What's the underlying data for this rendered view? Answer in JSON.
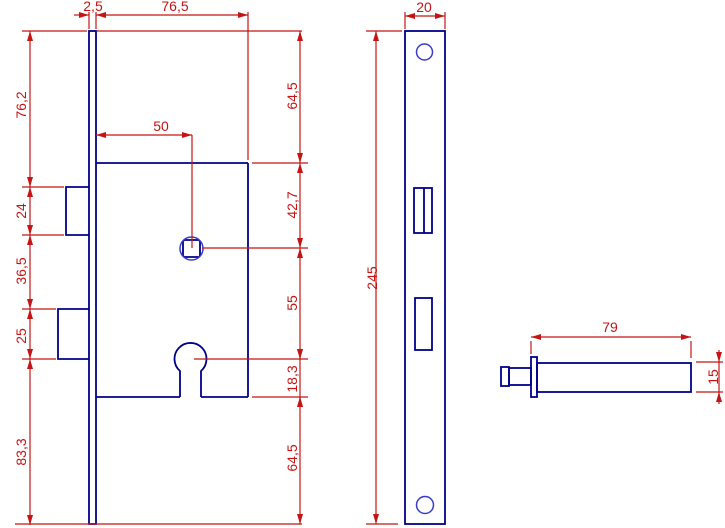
{
  "drawing": {
    "description": "Mortise lock technical drawing, three views",
    "colors": {
      "outline": "#00008b",
      "detail": "#3b3bc8",
      "dimension": "#c41414"
    },
    "front_view": {
      "dim_faceplate_thickness": "2,5",
      "dim_body_width": "76,5",
      "dim_top_overhang": "76,2",
      "dim_backset": "50",
      "dim_latch_height": "24",
      "dim_latch_to_bolt_gap": "36,5",
      "dim_bolt_height": "25",
      "dim_bottom_overhang": "83,3",
      "dim_top_to_body": "64,5",
      "dim_body_top_to_spindle": "42,7",
      "dim_spindle_to_keyhole": "55",
      "dim_keyhole_to_body_bottom": "18,3",
      "dim_body_bottom_to_end": "64,5"
    },
    "side_view": {
      "dim_faceplate_width": "20",
      "dim_faceplate_length": "245"
    },
    "bolt_view": {
      "dim_bolt_length": "79",
      "dim_bolt_diameter": "15"
    }
  }
}
